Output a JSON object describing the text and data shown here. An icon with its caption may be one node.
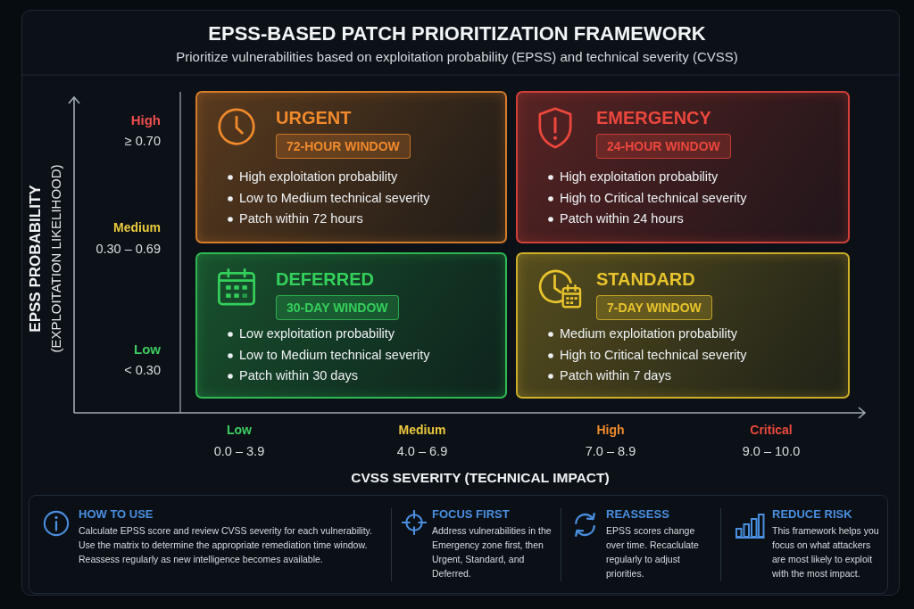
{
  "diagram": {
    "title": "EPSS-BASED PATCH PRIORITIZATION FRAMEWORK",
    "nodes": [
      {
        "text": [
          "URGENT",
          "72-HOUR WINDOW",
          "High exploitation probability",
          "Low to Medium technical severity",
          "Patch within 72 hours"
        ]
      },
      {
        "text": [
          "EMERGENCY",
          "24-HOUR WINDOW",
          "High exploitation probability",
          "High to Critical technical severity",
          "Patch within 24 hours"
        ]
      },
      {
        "text": [
          "DEFERRED",
          "30-DAY WINDOW",
          "Low exploitation probability",
          "Low to Medium technical severity",
          "Patch within 30 days"
        ]
      },
      {
        "text": [
          "STANDARD",
          "7-DAY WINDOW",
          "Medium exploitation probability",
          "High to Critical technical severity",
          "Patch within 7 days"
        ]
      },
      {
        "text": [
          "HOW TO USE",
          "Calculate EPSS score and review CVSS severity for each vulnerability. Use the matrix to determine the appropriate remediation time window. Reassess regularly as new intelligence becomes available.",
          "FOCUS FIRST",
          "Address vulnerabilities in the Emergency zone first, then Urgent, Standard, and Deferred.",
          "REASSESS",
          "EPSS scores change over time. Recaclulate regularly to adjust priorities.",
          "REDUCE RISK",
          "This framework helps you focus on what attackers are most likely to exploit with the most impact."
        ]
      }
    ],
    "labels": [
      "Prioritize vulnerabilities based on exploitation probability (EPSS) and technical severity (CVSS)",
      "EPSS PROBABILITY",
      "(EXPLOITATION LIKELIHOOD)",
      "High",
      "≥ 0.70",
      "Medium",
      "0.30 – 0.69",
      "Low",
      "< 0.30",
      "Low",
      "0.0 – 3.9",
      "Medium",
      "4.0 – 6.9",
      "High",
      "7.0 – 8.9",
      "Critical",
      "9.0 – 10.0",
      "CVSS SEVERITY (TECHNICAL IMPACT)"
    ]
  }
}
